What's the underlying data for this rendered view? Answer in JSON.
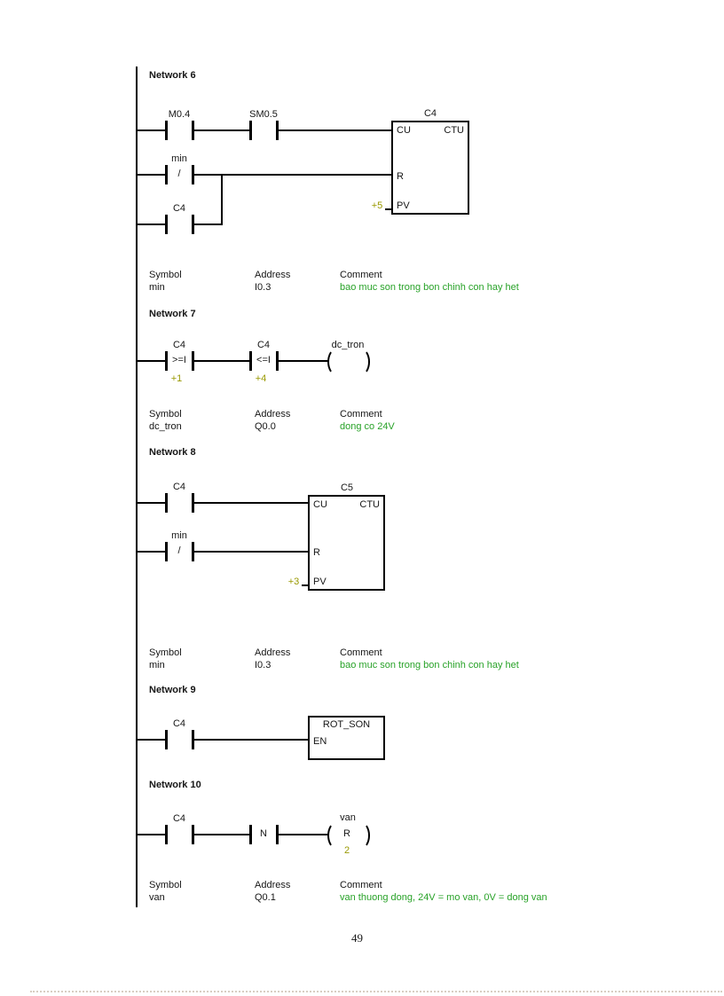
{
  "page_number": "49",
  "colors": {
    "comment_green": "#28a228",
    "value_olive": "#999900",
    "wire": "#000000"
  },
  "table_headers": {
    "symbol": "Symbol",
    "address": "Address",
    "comment": "Comment"
  },
  "pins": {
    "cu": "CU",
    "ctu": "CTU",
    "r": "R",
    "pv": "PV",
    "en": "EN"
  },
  "networks": [
    {
      "title": "Network 6",
      "contacts": {
        "m04": "M0.4",
        "sm05": "SM0.5",
        "min": "min",
        "min_slash": "/",
        "c4": "C4"
      },
      "counter": {
        "name": "C4",
        "type": "CTU",
        "pv_value": "+5"
      },
      "table": {
        "symbol": "min",
        "address": "I0.3",
        "comment": "bao muc son trong bon chinh con hay het"
      }
    },
    {
      "title": "Network 7",
      "cmp1": {
        "operand": "C4",
        "op": ">=I",
        "value": "+1"
      },
      "cmp2": {
        "operand": "C4",
        "op": "<=I",
        "value": "+4"
      },
      "coil": {
        "name": "dc_tron"
      },
      "table": {
        "symbol": "dc_tron",
        "address": "Q0.0",
        "comment": "dong co 24V"
      }
    },
    {
      "title": "Network 8",
      "contacts": {
        "c4": "C4",
        "min": "min",
        "min_slash": "/"
      },
      "counter": {
        "name": "C5",
        "type": "CTU",
        "pv_value": "+3"
      },
      "table": {
        "symbol": "min",
        "address": "I0.3",
        "comment": "bao muc son trong bon chinh con hay het"
      }
    },
    {
      "title": "Network 9",
      "contacts": {
        "c4": "C4"
      },
      "box": {
        "name": "ROT_SON"
      }
    },
    {
      "title": "Network 10",
      "contacts": {
        "c4": "C4",
        "edge": "N"
      },
      "coil": {
        "name": "van",
        "op": "R",
        "value": "2"
      },
      "table": {
        "symbol": "van",
        "address": "Q0.1",
        "comment": "van thuong dong, 24V = mo van, 0V = dong van"
      }
    }
  ]
}
